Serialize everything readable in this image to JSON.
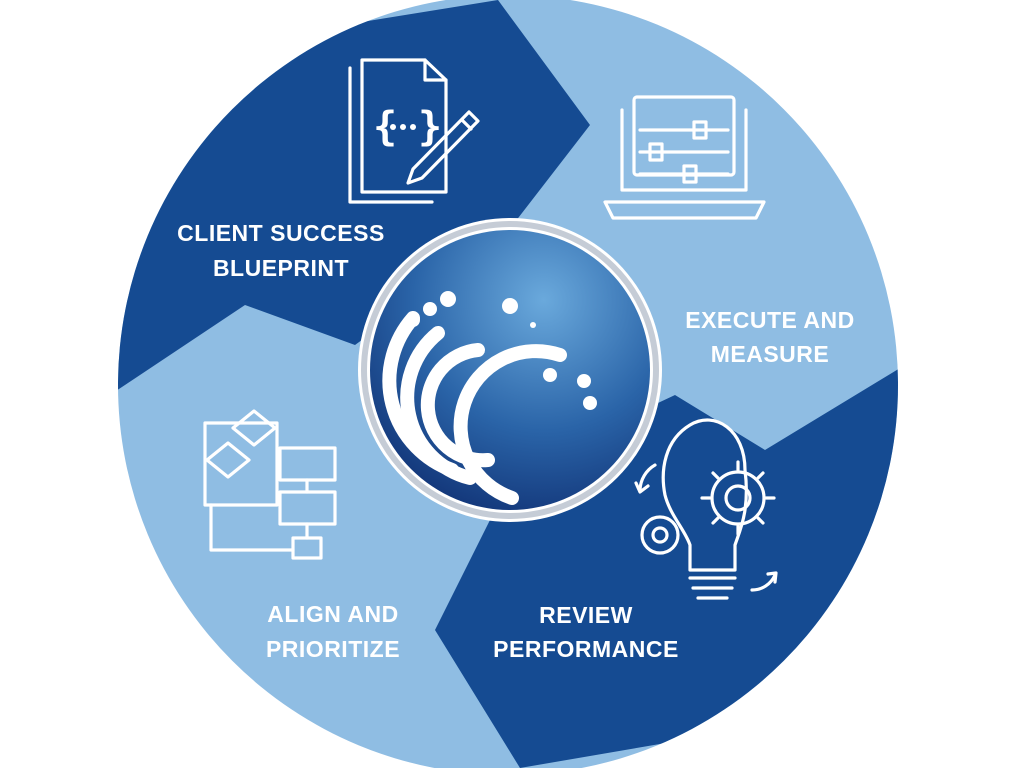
{
  "diagram": {
    "segments": [
      {
        "id": "blueprint",
        "label_line1": "CLIENT SUCCESS",
        "label_line2": "BLUEPRINT",
        "icon": "document-code-pencil-icon",
        "color": "#154b92"
      },
      {
        "id": "execute",
        "label_line1": "EXECUTE AND",
        "label_line2": "MEASURE",
        "icon": "laptop-sliders-icon",
        "color": "#8fbde3"
      },
      {
        "id": "review",
        "label_line1": "REVIEW",
        "label_line2": "PERFORMANCE",
        "icon": "lightbulb-gears-icon",
        "color": "#154b92"
      },
      {
        "id": "align",
        "label_line1": "ALIGN AND",
        "label_line2": "PRIORITIZE",
        "icon": "flowchart-icon",
        "color": "#8fbde3"
      }
    ],
    "center": {
      "icon": "company-logo-arcs-icon",
      "ring_color": "#c5ccd6",
      "gradient_light": "#6aa9dc",
      "gradient_dark": "#0f2f72"
    }
  }
}
